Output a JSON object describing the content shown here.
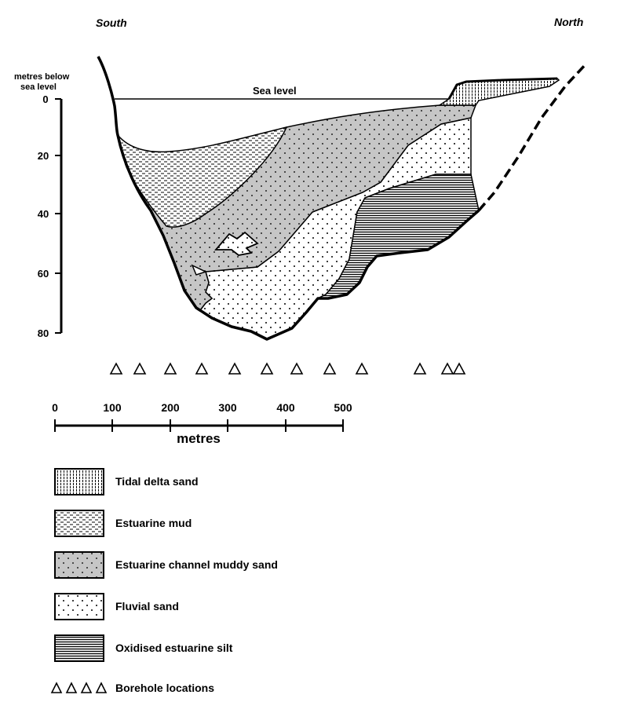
{
  "directions": {
    "left": "South",
    "right": "North"
  },
  "depth_axis": {
    "title_line1": "metres below",
    "title_line2": "sea level",
    "ticks": [
      "0",
      "20",
      "40",
      "60",
      "80"
    ]
  },
  "sea_level_label": "Sea level",
  "scale_bar": {
    "ticks": [
      "0",
      "100",
      "200",
      "300",
      "400",
      "500"
    ],
    "unit": "metres"
  },
  "boreholes": {
    "count": 12
  },
  "legend": [
    {
      "id": "tidal-delta-sand",
      "label": "Tidal delta sand"
    },
    {
      "id": "estuarine-mud",
      "label": "Estuarine mud"
    },
    {
      "id": "estuarine-channel-muddy-sand",
      "label": "Estuarine channel muddy sand"
    },
    {
      "id": "fluvial-sand",
      "label": "Fluvial sand"
    },
    {
      "id": "oxidised-estuarine-silt",
      "label": "Oxidised estuarine silt"
    },
    {
      "id": "borehole-locations",
      "label": "Borehole locations"
    }
  ]
}
